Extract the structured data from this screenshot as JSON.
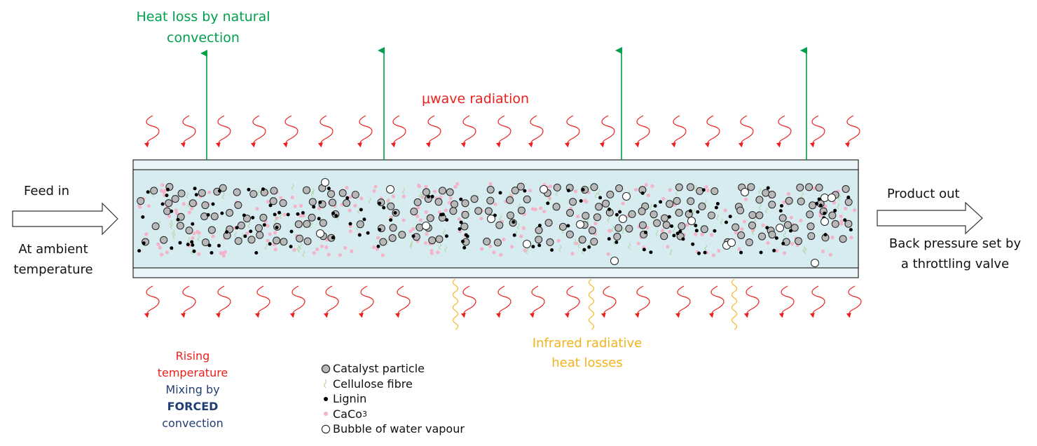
{
  "labels": {
    "heat_loss_line1": "Heat loss by natural",
    "heat_loss_line2": "convection",
    "microwave": "μwave radiation",
    "feed_in": "Feed in",
    "ambient_line1": "At ambient",
    "ambient_line2": "temperature",
    "product_out": "Product out",
    "back_pressure_line1": "Back pressure set by",
    "back_pressure_line2": "a throttling valve",
    "infrared_line1": "Infrared radiative",
    "infrared_line2": "heat losses",
    "rising_line1": "Rising",
    "rising_line2": "temperature",
    "mixing_line1": "Mixing by",
    "mixing_line2": "FORCED",
    "mixing_line3": "convection"
  },
  "legend": [
    {
      "symbol": "catalyst-particle",
      "label": "Catalyst particle"
    },
    {
      "symbol": "cellulose-fibre",
      "label": "Cellulose fibre"
    },
    {
      "symbol": "lignin",
      "label": "Lignin"
    },
    {
      "symbol": "caco3",
      "label": "CaCo",
      "sub": "3"
    },
    {
      "symbol": "bubble",
      "label": "Bubble of water vapour"
    }
  ],
  "colors": {
    "green_arrow": "#00a04a",
    "microwave_red": "#e8211d",
    "infrared_orange": "#f5b21c",
    "tube_fill": "#d6ecf1",
    "tube_wall": "#e8f4f7",
    "catalyst_fill": "#b8b8b8",
    "caco3_pink": "#f4b3c7",
    "cellulose_green": "#a9d08e",
    "blue_text": "#1f3f73"
  }
}
